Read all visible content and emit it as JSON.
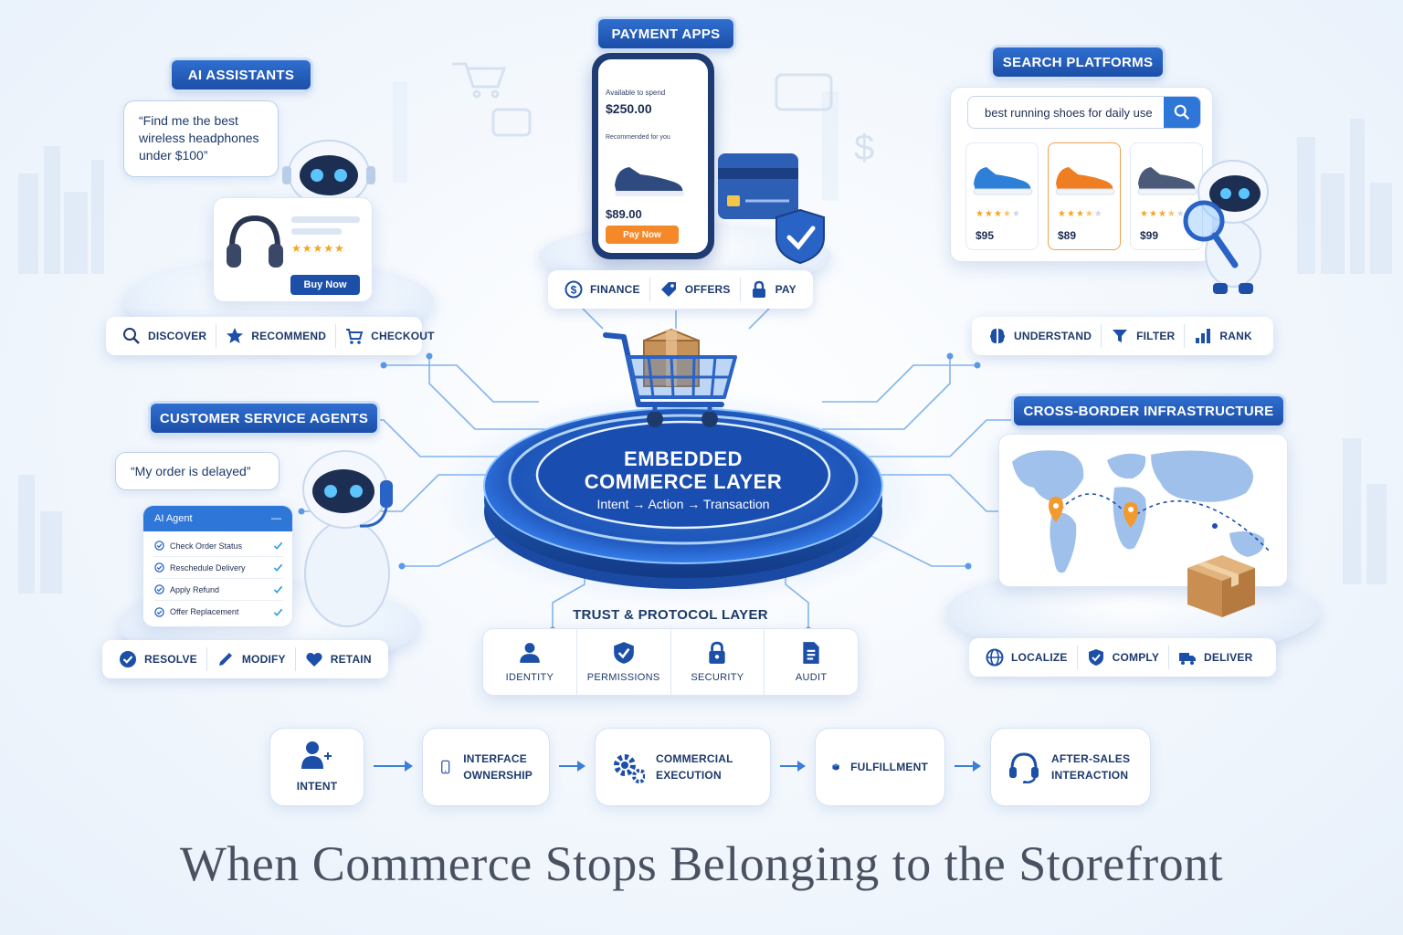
{
  "title": "When Commerce Stops Belonging to the Storefront",
  "center": {
    "title_line1": "EMBEDDED",
    "title_line2": "COMMERCE LAYER",
    "subtitle": "Intent → Action → Transaction"
  },
  "ai_assistants": {
    "header": "AI ASSISTANTS",
    "quote_line1": "“Find me the best",
    "quote_line2": "wireless headphones",
    "quote_line3": "under $100”",
    "stars": "★★★★★",
    "buy_label": "Buy Now",
    "caps": [
      {
        "label": "DISCOVER",
        "icon": "search-icon"
      },
      {
        "label": "RECOMMEND",
        "icon": "star-icon"
      },
      {
        "label": "CHECKOUT",
        "icon": "cart-icon"
      }
    ]
  },
  "payment_apps": {
    "header": "PAYMENT APPS",
    "available_label": "Available to spend",
    "available_amount": "$250.00",
    "recommended_label": "Recommended for you",
    "price": "$89.00",
    "pay_label": "Pay Now",
    "caps": [
      {
        "label": "FINANCE",
        "icon": "dollar-coin-icon"
      },
      {
        "label": "OFFERS",
        "icon": "tag-icon"
      },
      {
        "label": "PAY",
        "icon": "lock-icon"
      }
    ]
  },
  "search_platforms": {
    "header": "SEARCH PLATFORMS",
    "query": "best running shoes for daily use",
    "results": [
      {
        "price": "$95",
        "color": "#2d7fd8",
        "stars": "★★★★★",
        "rating": 3.5
      },
      {
        "price": "$89",
        "color": "#ef7d22",
        "stars": "★★★★★",
        "rating": 3.5
      },
      {
        "price": "$99",
        "color": "#4a5a78",
        "stars": "★★★★★",
        "rating": 3.5
      }
    ],
    "caps": [
      {
        "label": "UNDERSTAND",
        "icon": "brain-icon"
      },
      {
        "label": "FILTER",
        "icon": "filter-icon"
      },
      {
        "label": "RANK",
        "icon": "bar-chart-icon"
      }
    ]
  },
  "customer_service": {
    "header": "CUSTOMER SERVICE AGENTS",
    "quote": "“My order is delayed”",
    "agent_title": "AI Agent",
    "agent_minimize": "—",
    "tasks": [
      "Check Order Status",
      "Reschedule Delivery",
      "Apply Refund",
      "Offer Replacement"
    ],
    "caps": [
      {
        "label": "RESOLVE",
        "icon": "check-circle-icon"
      },
      {
        "label": "MODIFY",
        "icon": "pencil-icon"
      },
      {
        "label": "RETAIN",
        "icon": "heart-icon"
      }
    ]
  },
  "cross_border": {
    "header": "CROSS-BORDER INFRASTRUCTURE",
    "caps": [
      {
        "label": "LOCALIZE",
        "icon": "globe-icon"
      },
      {
        "label": "COMPLY",
        "icon": "shield-check-icon"
      },
      {
        "label": "DELIVER",
        "icon": "truck-icon"
      }
    ]
  },
  "trust_layer": {
    "header": "TRUST & PROTOCOL LAYER",
    "items": [
      {
        "label": "IDENTITY",
        "icon": "user-icon"
      },
      {
        "label": "PERMISSIONS",
        "icon": "shield-check-icon"
      },
      {
        "label": "SECURITY",
        "icon": "padlock-icon"
      },
      {
        "label": "AUDIT",
        "icon": "document-icon"
      }
    ]
  },
  "flow": [
    {
      "label": "INTENT",
      "icon": "user-plus-icon"
    },
    {
      "label": "INTERFACE\nOWNERSHIP",
      "icon": "phone-icon"
    },
    {
      "label": "COMMERCIAL\nEXECUTION",
      "icon": "gears-icon"
    },
    {
      "label": "FULFILLMENT",
      "icon": "box-icon"
    },
    {
      "label": "AFTER-SALES\nINTERACTION",
      "icon": "headset-icon"
    }
  ],
  "colors": {
    "primary": "#1c4fa8",
    "accent": "#3b7fd9",
    "orange": "#ef7d22",
    "text": "#1d3a6b"
  }
}
